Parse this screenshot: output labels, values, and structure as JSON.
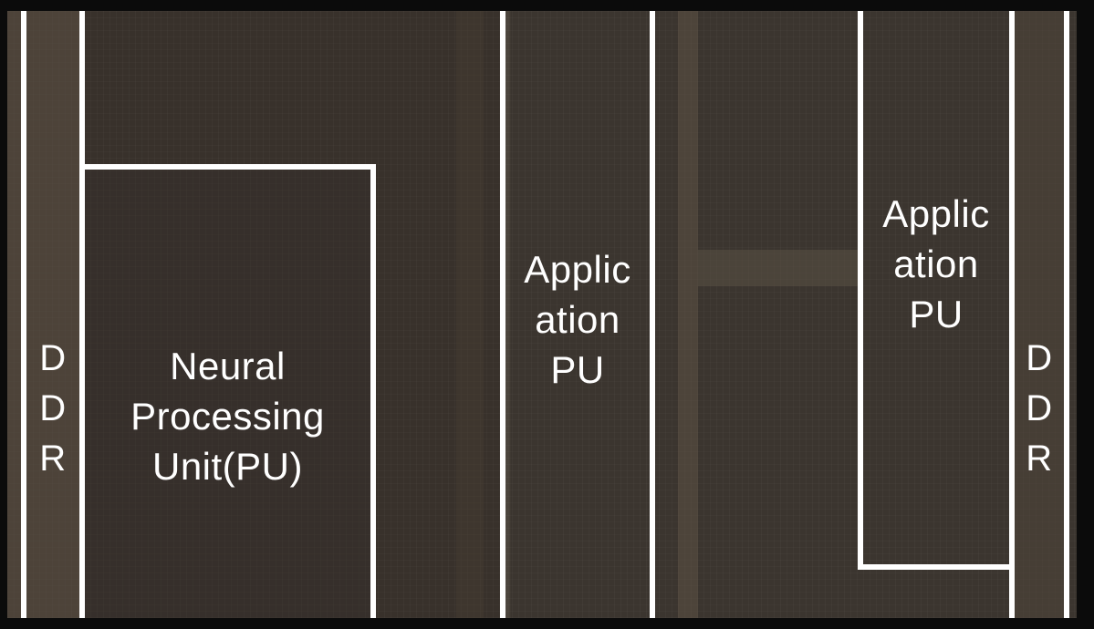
{
  "blocks": {
    "ddr_left": {
      "letters": [
        "D",
        "D",
        "R"
      ]
    },
    "npu": {
      "lines": [
        "Neural",
        "Processing",
        "Unit(PU)"
      ]
    },
    "apu_center": {
      "lines": [
        "Applic",
        "ation",
        "PU"
      ]
    },
    "apu_right": {
      "lines": [
        "Applic",
        "ation",
        "PU"
      ]
    },
    "ddr_right": {
      "letters": [
        "D",
        "D",
        "R"
      ]
    }
  },
  "colors": {
    "outline": "#ffffff",
    "die": "#3a342e",
    "frame": "#0b0b0b"
  }
}
